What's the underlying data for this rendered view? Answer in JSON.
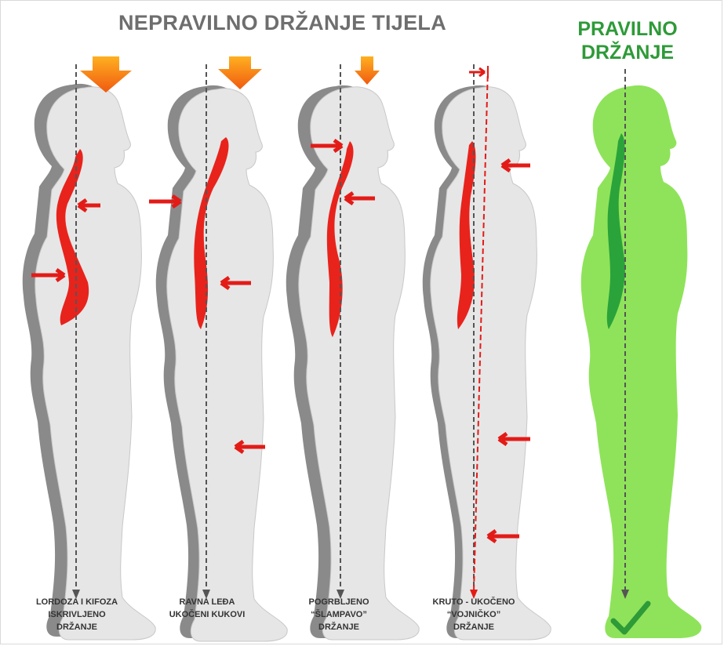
{
  "header": {
    "wrong_title": "NEPRAVILNO DRŽANJE TIJELA",
    "right_title_line1": "PRAVILNO",
    "right_title_line2": "DRŽANJE"
  },
  "figures": [
    {
      "caption": "LORDOZA I KIFOZA\nISKRIVLJENO\nDRŽANJE",
      "correct": false
    },
    {
      "caption": "RAVNA LEĐA\nUKOČENI KUKOVI",
      "correct": false
    },
    {
      "caption": "POGRBLJENO\n“ŠLAMPAVO”\nDRŽANJE",
      "correct": false
    },
    {
      "caption": "KRUTO - UKOČENO\n“VOJNIČKO”\nDRŽANJE",
      "correct": false
    },
    {
      "caption": "",
      "correct": true
    }
  ],
  "colors": {
    "body_gray": "#e6e6e6",
    "shadow_gray": "#8a8a8a",
    "spine_red": "#e8231c",
    "arrow_red": "#e31b17",
    "body_green": "#8fe35a",
    "spine_green": "#2aa33a",
    "check_green": "#2e9a38",
    "down_arrow_orange": "#f57a12"
  },
  "icons": {
    "pressure_arrow": "orange-down-arrow-icon",
    "pointer_arrow": "red-left-arrow-icon",
    "plumb_line": "dashed-plumb-line",
    "approved": "green-checkmark-icon"
  }
}
